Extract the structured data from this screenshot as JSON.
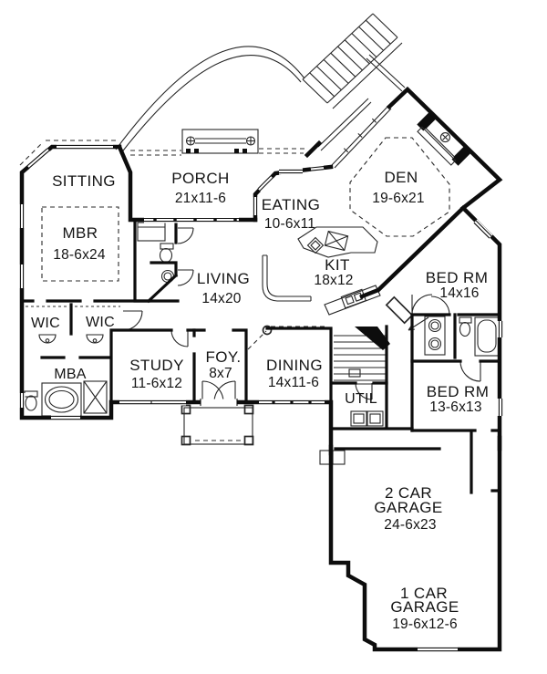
{
  "plan": {
    "rooms": {
      "sitting": {
        "name": "SITTING"
      },
      "mbr": {
        "name": "MBR",
        "dims": "18-6x24"
      },
      "porch": {
        "name": "PORCH",
        "dims": "21x11-6"
      },
      "eating": {
        "name": "EATING",
        "dims": "10-6x11"
      },
      "den": {
        "name": "DEN",
        "dims": "19-6x21"
      },
      "kitchen": {
        "name": "KIT",
        "dims": "18x12"
      },
      "living": {
        "name": "LIVING",
        "dims": "14x20"
      },
      "bedroom_right": {
        "name": "BED RM",
        "dims": "14x16"
      },
      "wic_left": {
        "name": "WIC"
      },
      "wic_right": {
        "name": "WIC"
      },
      "master_bath": {
        "name": "MBA"
      },
      "study": {
        "name": "STUDY",
        "dims": "11-6x12"
      },
      "foyer": {
        "name": "FOY.",
        "dims": "8x7"
      },
      "dining": {
        "name": "DINING",
        "dims": "14x11-6"
      },
      "utility": {
        "name": "UTIL"
      },
      "bedroom_lower": {
        "name": "BED RM",
        "dims": "13-6x13"
      },
      "garage_two_car": {
        "line1": "2 CAR",
        "line2": "GARAGE",
        "dims": "24-6x23"
      },
      "garage_one_car": {
        "line1": "1 CAR",
        "line2": "GARAGE",
        "dims": "19-6x12-6"
      }
    },
    "colors": {
      "ink": "#0d0d0d",
      "background": "#ffffff"
    }
  }
}
